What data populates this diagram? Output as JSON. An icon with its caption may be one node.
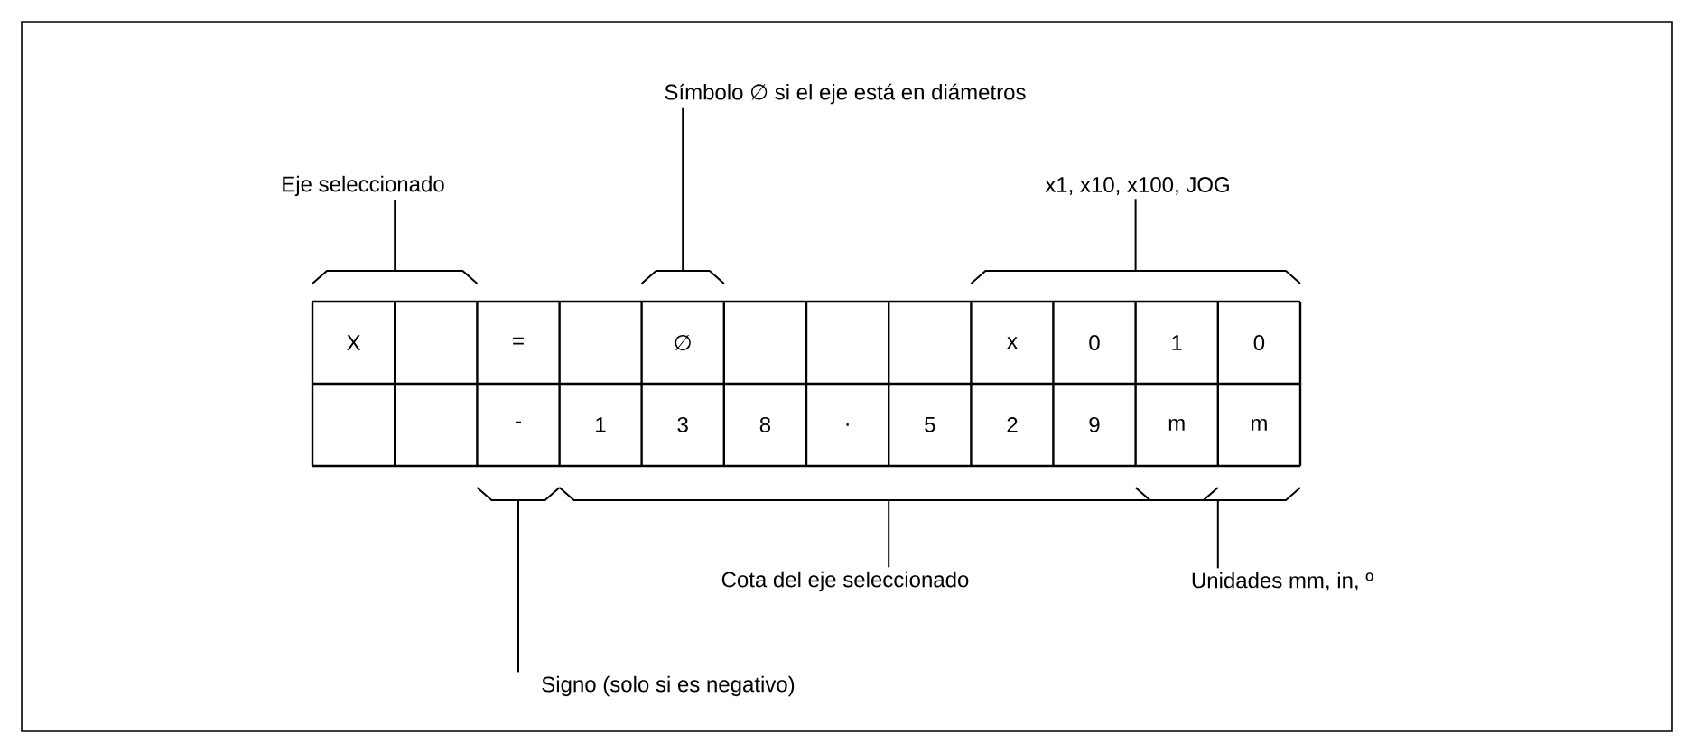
{
  "diagram": {
    "nodes": [
      {
        "text": [
          "Símbolo ∅ si el eje está en diámetros"
        ]
      },
      {
        "text": [
          "Eje seleccionado"
        ]
      },
      {
        "text": [
          "x1, x10, x100, JOG"
        ]
      },
      {
        "text": [],
        "shape": "bracket"
      },
      {
        "text": [],
        "shape": "bracket"
      },
      {
        "text": [],
        "shape": "bracket"
      },
      {
        "text": [],
        "shape": "bracket"
      },
      {
        "text": [],
        "shape": "bracket"
      },
      {
        "text": [],
        "shape": "bracket"
      },
      {
        "text": [
          "Cota del eje seleccionado"
        ]
      },
      {
        "text": [
          "Unidades mm, in, º"
        ]
      },
      {
        "text": [
          "Signo (solo si es negativo)"
        ]
      }
    ],
    "edges": [
      {
        "from": 0,
        "to": 4,
        "arrow": "none"
      },
      {
        "from": 1,
        "to": 3,
        "arrow": "none"
      },
      {
        "from": 2,
        "to": 5,
        "arrow": "none"
      },
      {
        "from": 11,
        "to": 6,
        "arrow": "none"
      },
      {
        "from": 9,
        "to": 7,
        "arrow": "none"
      },
      {
        "from": 10,
        "to": 8,
        "arrow": "none"
      }
    ],
    "labels": [
      "X",
      "=",
      "∅",
      "x",
      "0",
      "1",
      "0",
      "-",
      "1",
      "3",
      "8",
      ".",
      "5",
      "2",
      "9",
      "m",
      "m"
    ]
  }
}
